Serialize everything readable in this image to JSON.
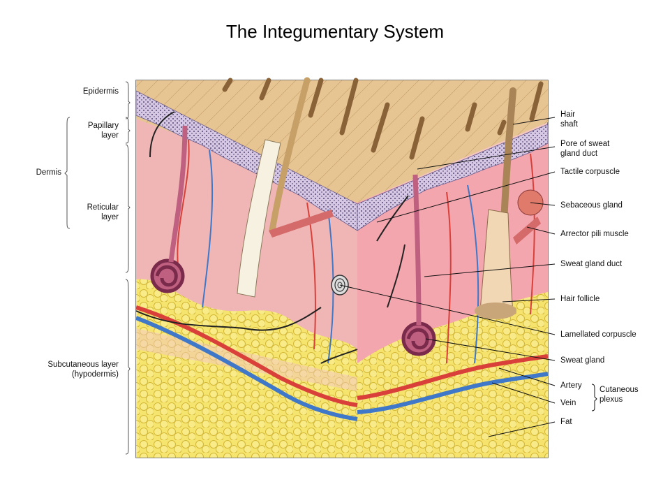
{
  "title": "The Integumentary System",
  "left_labels": {
    "epidermis": "Epidermis",
    "papillary": "Papillary\nlayer",
    "dermis": "Dermis",
    "reticular": "Reticular\nlayer",
    "subcutaneous": "Subcutaneous layer\n(hypodermis)"
  },
  "right_labels": {
    "hair_shaft": "Hair\nshaft",
    "pore": "Pore of sweat\ngland duct",
    "tactile": "Tactile corpuscle",
    "sebaceous": "Sebaceous gland",
    "arrector": "Arrector pili muscle",
    "sweat_duct": "Sweat gland duct",
    "hair_follicle": "Hair follicle",
    "lamellated": "Lamellated corpuscle",
    "sweat_gland": "Sweat gland",
    "artery": "Artery",
    "vein": "Vein",
    "cutaneous": "Cutaneous\nplexus",
    "fat": "Fat"
  },
  "colors": {
    "dermis": "#f2b8b8",
    "epidermis": "#d9cde6",
    "surface": "#e8c79a",
    "fat": "#f3e35a",
    "artery": "#d9403a",
    "vein": "#3f78c8"
  }
}
